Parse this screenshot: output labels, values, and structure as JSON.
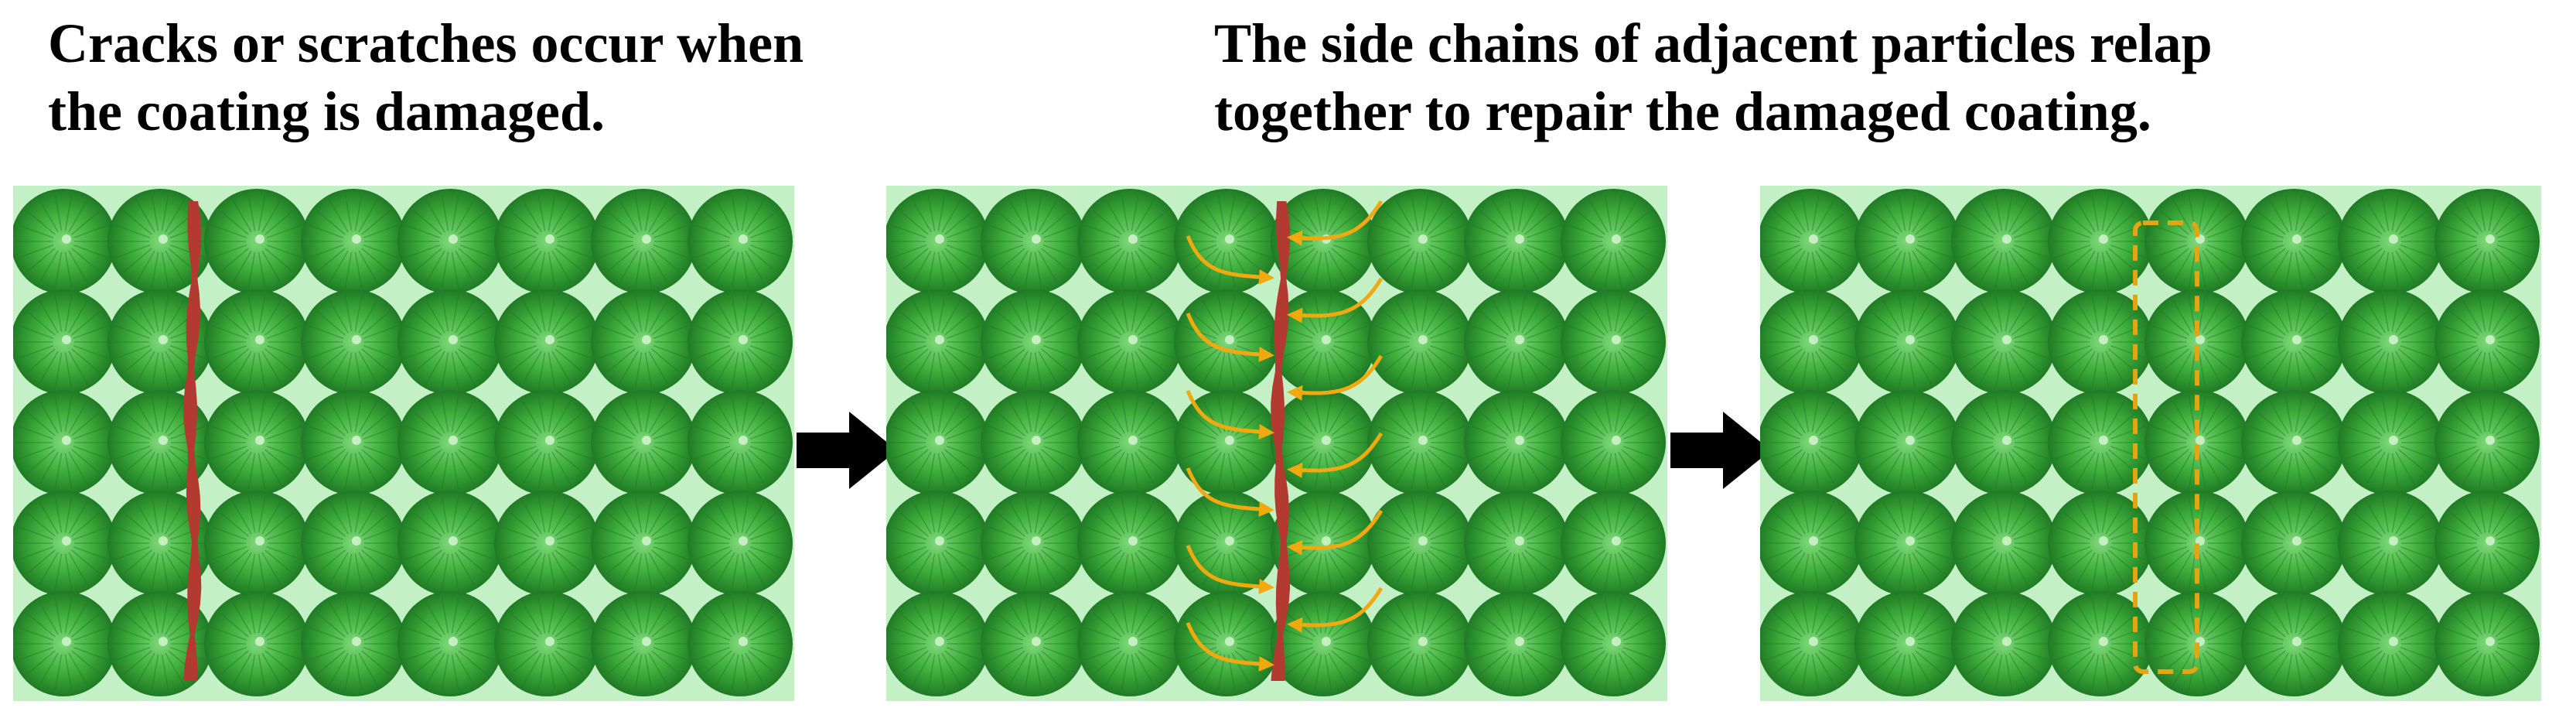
{
  "captions": {
    "damage_line1": "Cracks or scratches occur when",
    "damage_line2": "the coating is damaged.",
    "repair_line1": "The side chains of adjacent particles relap",
    "repair_line2": "together to repair the damaged coating."
  },
  "panels": [
    {
      "stage": "damaged",
      "rows": 5,
      "cols": 8,
      "features": [
        "crack"
      ]
    },
    {
      "stage": "repairing",
      "rows": 5,
      "cols": 8,
      "features": [
        "crack",
        "side-chain-arrows"
      ]
    },
    {
      "stage": "repaired",
      "rows": 5,
      "cols": 8,
      "features": [
        "repaired-region-outline"
      ]
    }
  ],
  "colors": {
    "panel_background": "#c4f0c6",
    "particle_light": "#7fd97a",
    "particle_mid": "#3fae3c",
    "particle_dark": "#1f7a24",
    "crack": "#b23a30",
    "side_chain_arrow": "#f2a90f",
    "repair_outline": "#e3a514",
    "step_arrow": "#000000"
  },
  "icons": {
    "step_arrow": "right-arrow-icon",
    "side_chain": "curved-arrow-icon"
  }
}
